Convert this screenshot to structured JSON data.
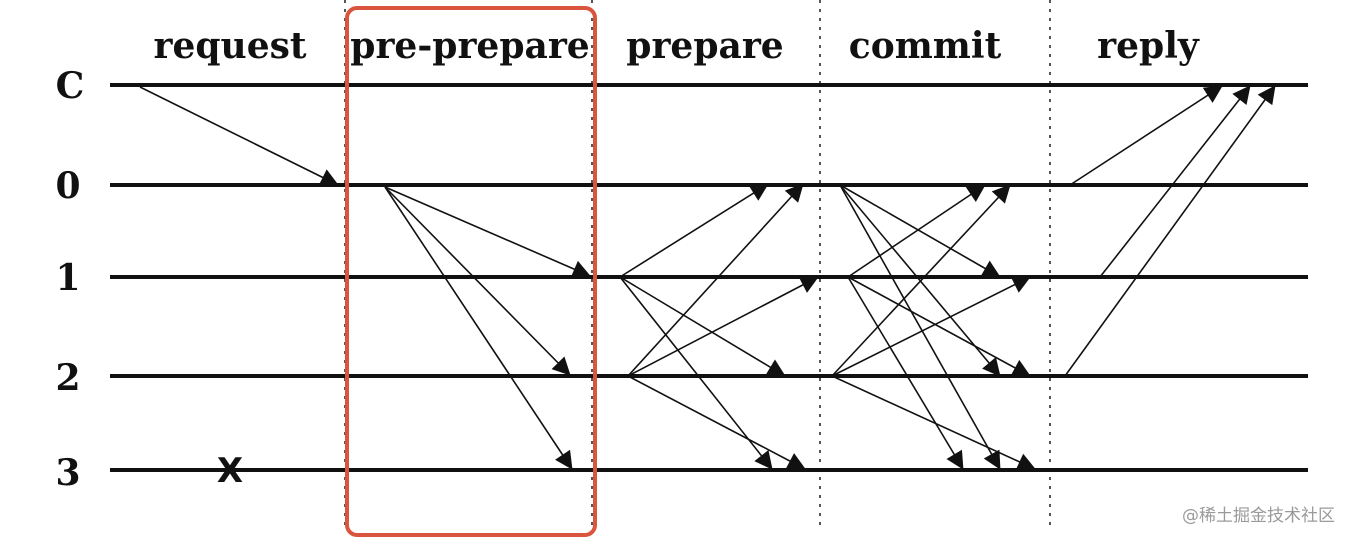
{
  "phases": [
    "request",
    "pre-prepare",
    "prepare",
    "commit",
    "reply"
  ],
  "nodes": [
    "C",
    "0",
    "1",
    "2",
    "3"
  ],
  "failed_node_marker": "X",
  "watermark": "@稀土掘金技术社区",
  "colors": {
    "line": "#111111",
    "highlight": "#d9553e",
    "divider": "#555555",
    "watermark": "#9a9a9a"
  },
  "highlighted_phase": "pre-prepare",
  "messages": [
    {
      "phase": "request",
      "from": "C",
      "to": "0"
    },
    {
      "phase": "pre-prepare",
      "from": "0",
      "to": "1"
    },
    {
      "phase": "pre-prepare",
      "from": "0",
      "to": "2"
    },
    {
      "phase": "pre-prepare",
      "from": "0",
      "to": "3"
    },
    {
      "phase": "prepare",
      "from": "1",
      "to": "0"
    },
    {
      "phase": "prepare",
      "from": "1",
      "to": "2"
    },
    {
      "phase": "prepare",
      "from": "1",
      "to": "3"
    },
    {
      "phase": "prepare",
      "from": "2",
      "to": "0"
    },
    {
      "phase": "prepare",
      "from": "2",
      "to": "1"
    },
    {
      "phase": "prepare",
      "from": "2",
      "to": "3"
    },
    {
      "phase": "commit",
      "from": "0",
      "to": "1"
    },
    {
      "phase": "commit",
      "from": "0",
      "to": "2"
    },
    {
      "phase": "commit",
      "from": "0",
      "to": "3"
    },
    {
      "phase": "commit",
      "from": "1",
      "to": "0"
    },
    {
      "phase": "commit",
      "from": "1",
      "to": "2"
    },
    {
      "phase": "commit",
      "from": "1",
      "to": "3"
    },
    {
      "phase": "commit",
      "from": "2",
      "to": "0"
    },
    {
      "phase": "commit",
      "from": "2",
      "to": "1"
    },
    {
      "phase": "commit",
      "from": "2",
      "to": "3"
    },
    {
      "phase": "reply",
      "from": "0",
      "to": "C"
    },
    {
      "phase": "reply",
      "from": "1",
      "to": "C"
    },
    {
      "phase": "reply",
      "from": "2",
      "to": "C"
    }
  ]
}
